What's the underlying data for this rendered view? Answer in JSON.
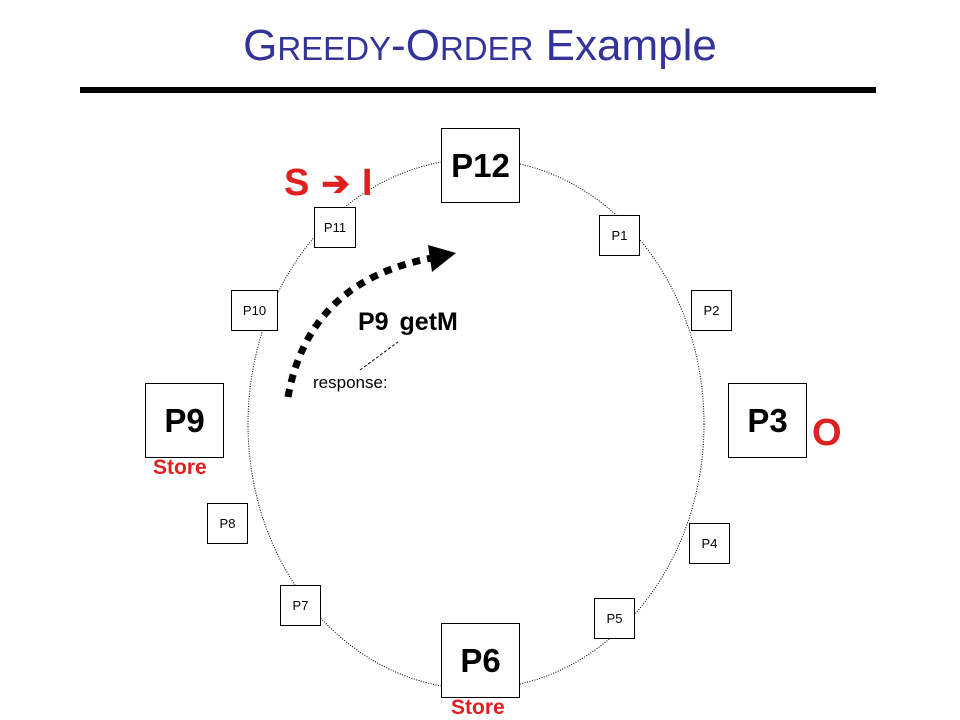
{
  "slide": {
    "title_first": "G",
    "title_first_rest": "REEDY",
    "title_dash": "-",
    "title_second": "O",
    "title_second_rest": "RDER",
    "title_tail": " Example"
  },
  "nodes": {
    "p12": "P12",
    "p1": "P1",
    "p2": "P2",
    "p3": "P3",
    "p4": "P4",
    "p5": "P5",
    "p6": "P6",
    "p7": "P7",
    "p8": "P8",
    "p9": "P9",
    "p10": "P10",
    "p11": "P11"
  },
  "annotations": {
    "transition_from": "S",
    "transition_to": "I",
    "transition_arrow": "➔",
    "message": "P9 getM",
    "response": "response:",
    "p3_state": "O",
    "p9_store": "Store",
    "p6_store": "Store"
  },
  "colors": {
    "title": "#333399",
    "accent_red": "#e02020",
    "ring": "#000000"
  }
}
